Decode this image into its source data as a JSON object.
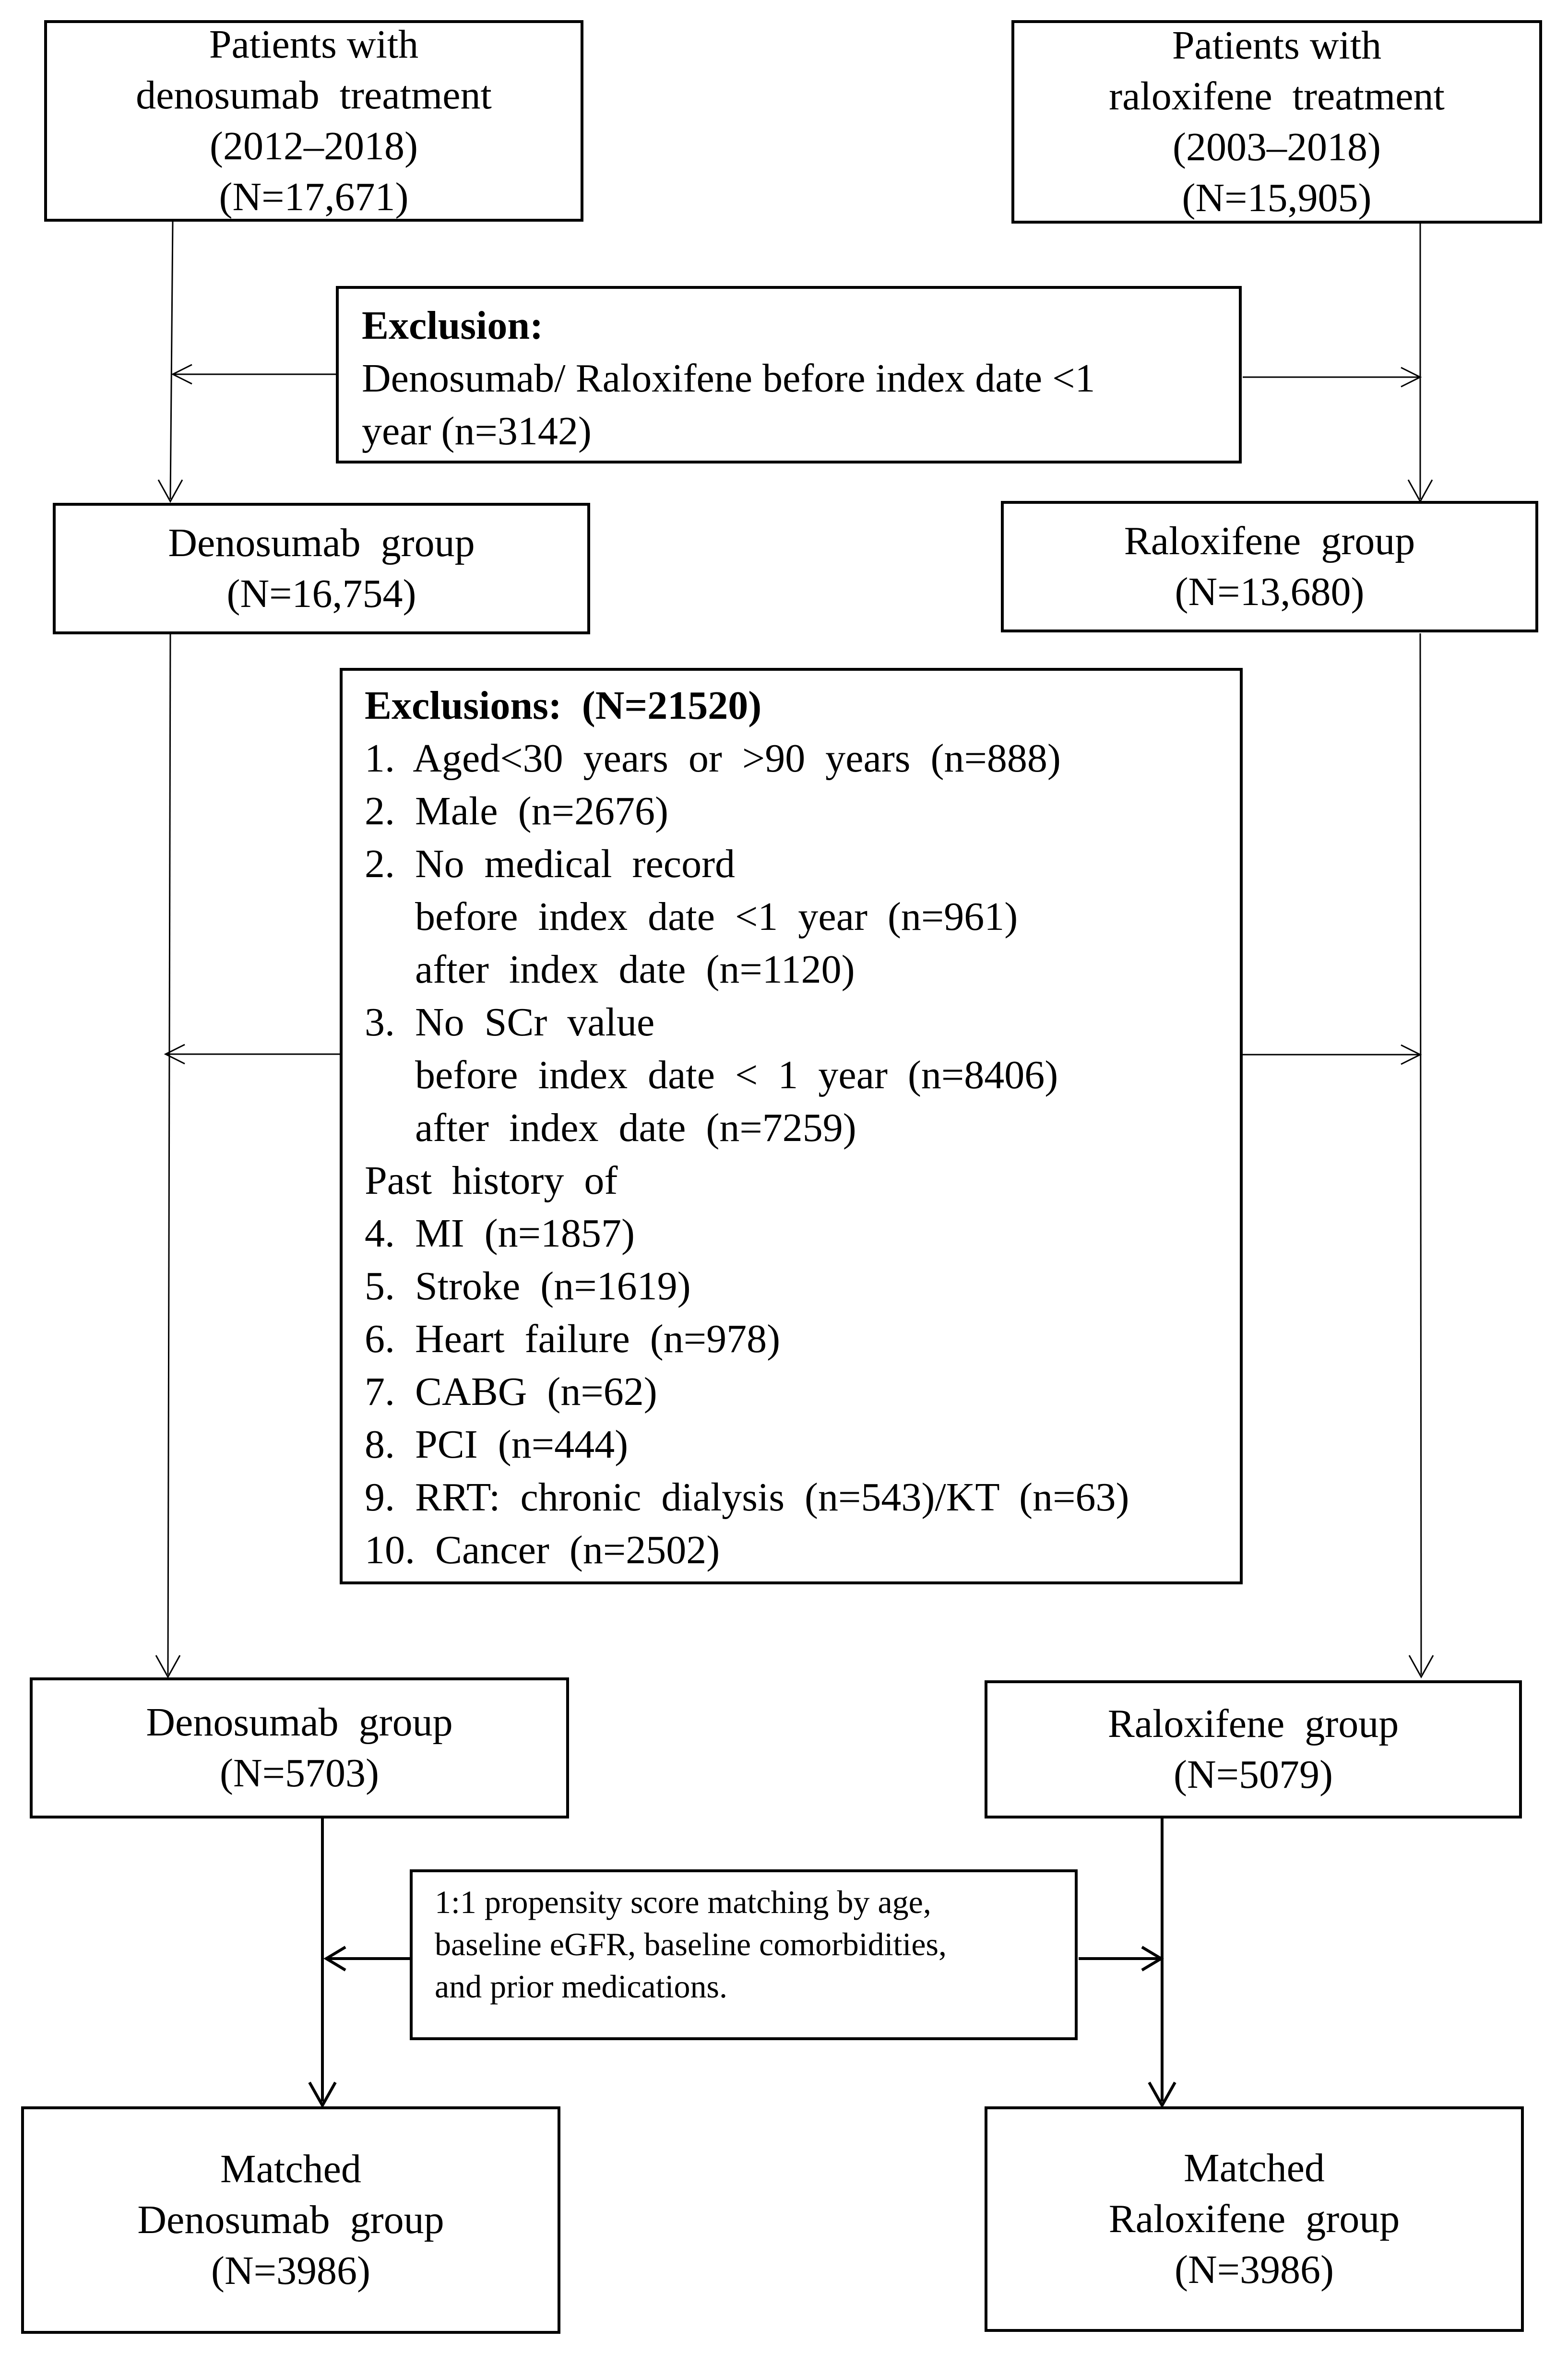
{
  "top": {
    "denosumab": {
      "lines": [
        "Patients with",
        "denosumab  treatment",
        "(2012–2018)",
        "(N=17,671)"
      ]
    },
    "raloxifene": {
      "lines": [
        "Patients with",
        "raloxifene  treatment",
        "(2003–2018)",
        "(N=15,905)"
      ]
    }
  },
  "exclusion1": {
    "title": "Exclusion:",
    "lines": [
      "Denosumab/  Raloxifene  before  index  date  <1",
      "year  (n=3142)"
    ]
  },
  "group1": {
    "denosumab": {
      "lines": [
        "Denosumab  group",
        "(N=16,754)"
      ]
    },
    "raloxifene": {
      "lines": [
        "Raloxifene  group",
        "(N=13,680)"
      ]
    }
  },
  "exclusion2": {
    "title": "Exclusions:  (N=21520)",
    "lines": [
      "1.  Aged<30  years  or  >90  years  (n=888)",
      "2.  Male  (n=2676)",
      "2.  No  medical  record",
      "     before  index  date  <1  year  (n=961)",
      "     after  index  date  (n=1120)",
      "3.  No  SCr  value",
      "     before  index  date  <  1  year  (n=8406)",
      "     after  index  date  (n=7259)",
      "Past  history  of",
      "4.  MI  (n=1857)",
      "5.  Stroke  (n=1619)",
      "6.  Heart  failure  (n=978)",
      "7.  CABG  (n=62)",
      "8.  PCI  (n=444)",
      "9.  RRT:  chronic  dialysis  (n=543)/KT  (n=63)",
      "10.  Cancer  (n=2502)"
    ]
  },
  "group2": {
    "denosumab": {
      "lines": [
        "Denosumab  group",
        "(N=5703)"
      ]
    },
    "raloxifene": {
      "lines": [
        "Raloxifene  group",
        "(N=5079)"
      ]
    }
  },
  "matching": {
    "lines": [
      "1:1 propensity score matching by age,",
      "baseline eGFR, baseline comorbidities,",
      "and prior medications."
    ]
  },
  "matched": {
    "denosumab": {
      "lines": [
        "Matched",
        "Denosumab  group",
        "(N=3986)"
      ]
    },
    "raloxifene": {
      "lines": [
        "Matched",
        "Raloxifene  group",
        "(N=3986)"
      ]
    }
  }
}
